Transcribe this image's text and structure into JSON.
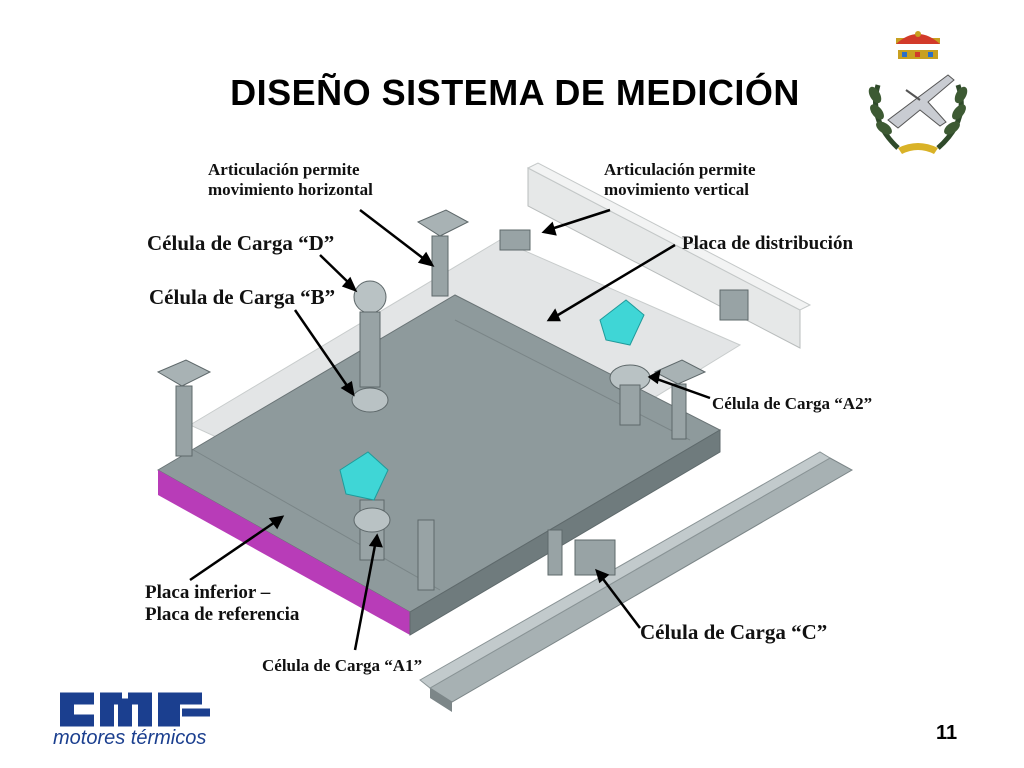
{
  "slide": {
    "title": "DISEÑO SISTEMA DE MEDICIÓN",
    "page_number": "11"
  },
  "labels": {
    "art_horizontal": [
      "Articulación permite",
      "movimiento horizontal"
    ],
    "art_vertical": [
      "Articulación permite",
      "movimiento vertical"
    ],
    "cell_d": "Célula de Carga “D”",
    "cell_b": "Célula de Carga “B”",
    "placa_distribucion": "Placa de distribución",
    "cell_a2": "Célula de Carga “A2”",
    "placa_inferior": [
      "Placa inferior –",
      "Placa de referencia"
    ],
    "cell_a1": "Célula de Carga “A1”",
    "cell_c": "Célula de Carga “C”"
  },
  "logo": {
    "text": "motores térmicos",
    "brand_color": "#1b3f8f"
  },
  "colors": {
    "plate_top": "#8e9a9c",
    "plate_side": "#6f7b7d",
    "magenta_edge": "#b83cb8",
    "cyan_bracket": "#3fd6d6"
  }
}
